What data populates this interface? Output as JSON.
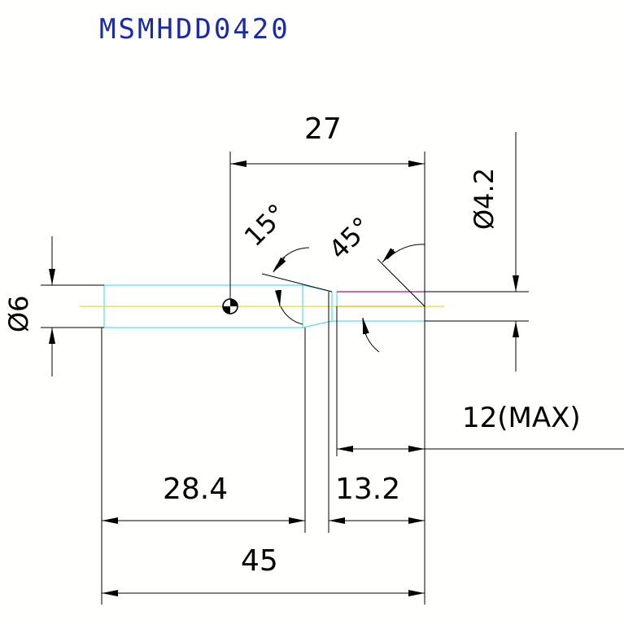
{
  "title": "MSMHDD0420",
  "dimensions": {
    "top_length": "27",
    "angle_small": "15°",
    "angle_large": "45°",
    "diameter_right": "Ø4.2",
    "diameter_left": "Ø6",
    "max_note": "12(MAX)",
    "length_left": "28.4",
    "length_right": "13.2",
    "total_length": "45"
  },
  "colors": {
    "title": "#1a2aa8",
    "dimension": "#000000",
    "part_outline": "#33d6e8",
    "centerline": "#e6d400",
    "taper_red": "#d83010",
    "taper_magenta": "#a01890"
  }
}
